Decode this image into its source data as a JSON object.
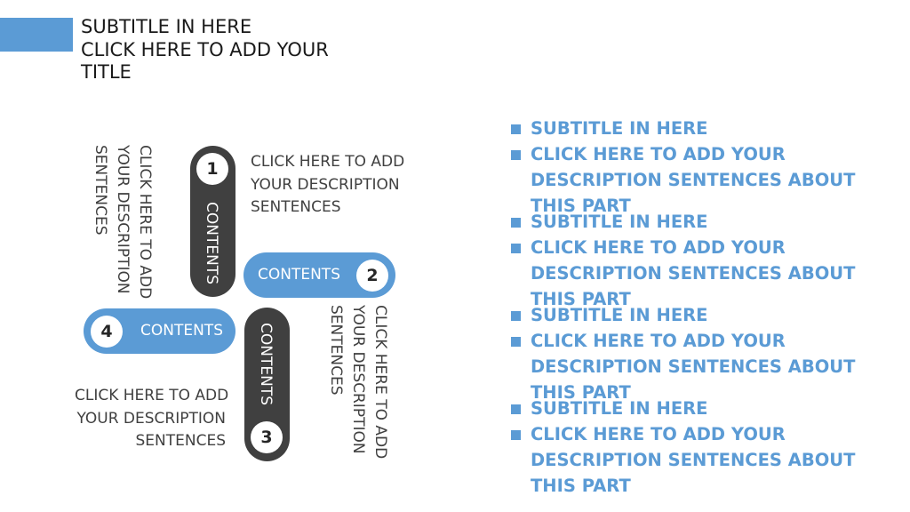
{
  "header": {
    "subtitle": "SUBTITLE IN HERE",
    "title_line1": "CLICK HERE TO ADD YOUR",
    "title_line2": "TITLE"
  },
  "diagram": {
    "items": [
      {
        "number": "1",
        "label": "CONTENTS",
        "desc": [
          "CLICK HERE TO ADD",
          "YOUR DESCRIPTION",
          "SENTENCES"
        ]
      },
      {
        "number": "2",
        "label": "CONTENTS",
        "desc": [
          "CLICK HERE TO ADD",
          "YOUR DESCRIPTION",
          "SENTENCES"
        ]
      },
      {
        "number": "3",
        "label": "CONTENTS",
        "desc": [
          "CLICK HERE TO ADD",
          "YOUR DESCRIPTION",
          "SENTENCES"
        ]
      },
      {
        "number": "4",
        "label": "CONTENTS",
        "desc": [
          "CLICK HERE TO ADD",
          "YOUR DESCRIPTION",
          "SENTENCES"
        ]
      }
    ]
  },
  "bullets": [
    {
      "subtitle": "SUBTITLE IN HERE",
      "line1": "CLICK HERE TO ADD YOUR",
      "line2": "DESCRIPTION SENTENCES ABOUT",
      "line3": "THIS PART"
    },
    {
      "subtitle": "SUBTITLE IN HERE",
      "line1": "CLICK HERE TO ADD YOUR",
      "line2": "DESCRIPTION SENTENCES ABOUT",
      "line3": "THIS PART"
    },
    {
      "subtitle": "SUBTITLE IN HERE",
      "line1": "CLICK HERE TO ADD YOUR",
      "line2": "DESCRIPTION SENTENCES ABOUT",
      "line3": "THIS PART"
    },
    {
      "subtitle": "SUBTITLE IN HERE",
      "line1": "CLICK HERE TO ADD YOUR",
      "line2": "DESCRIPTION SENTENCES ABOUT",
      "line3": "THIS PART"
    }
  ],
  "colors": {
    "accent": "#5b9bd5",
    "dark": "#404040"
  }
}
